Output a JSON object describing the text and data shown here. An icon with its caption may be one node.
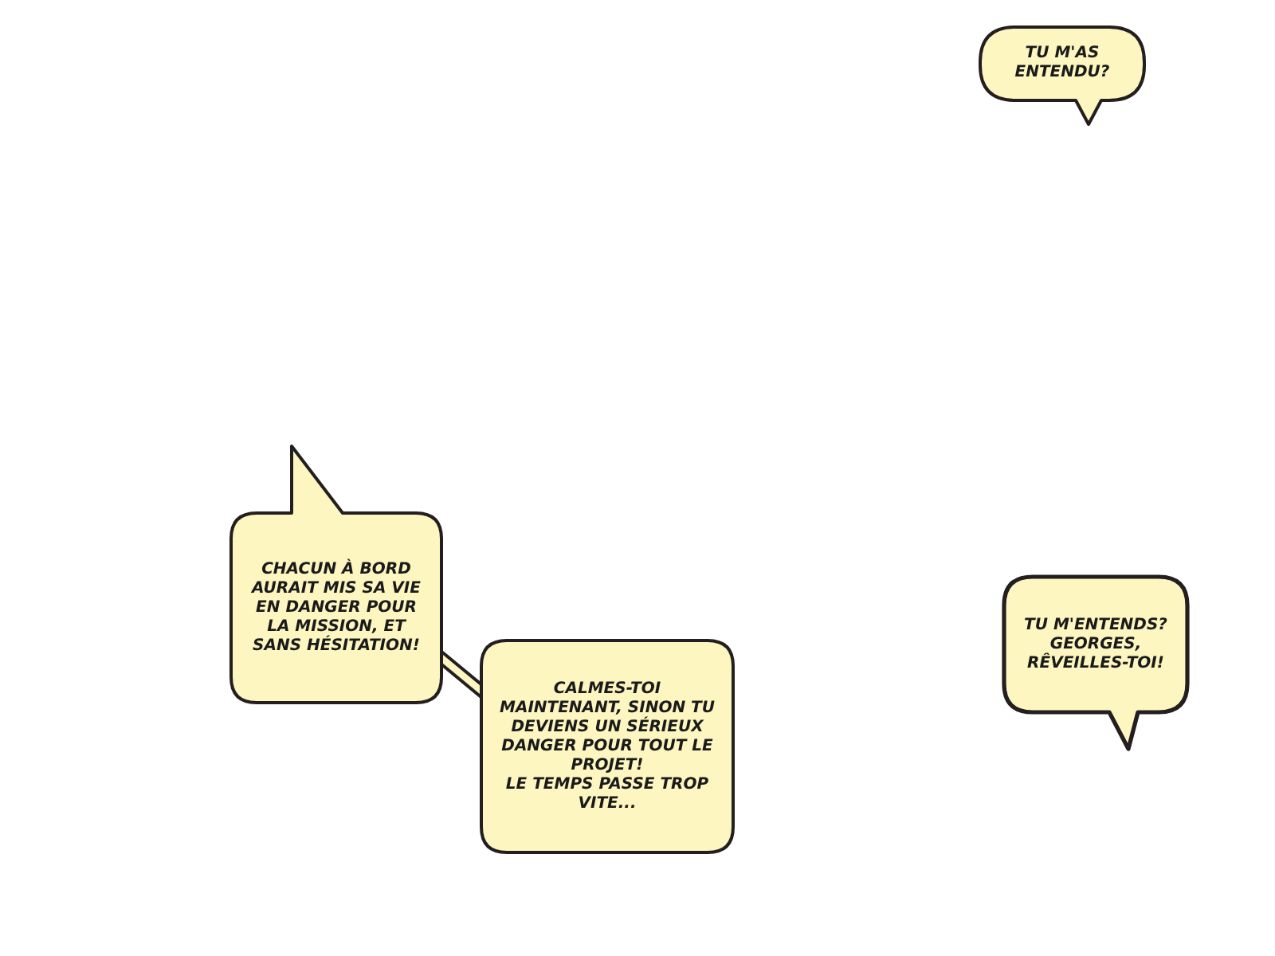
{
  "diagram": {
    "nodes": [
      {
        "text": [
          "TU M'AS ENTENDU?"
        ]
      },
      {
        "text": [
          "CHACUN À BORD AURAIT MIS SA VIE EN DANGER POUR LA MISSION, ET SANS HÉSITATION!"
        ]
      },
      {
        "text": [
          "CALMES-TOI MAINTENANT, SINON TU DEVIENS UN SÉRIEUX DANGER POUR TOUT LE PROJET!",
          "LE TEMPS PASSE TROP VITE..."
        ]
      },
      {
        "text": [
          "TU M'ENTENDS? GEORGES, RÊVEILLES-TOI!"
        ]
      }
    ],
    "edges": [
      {
        "from": 1,
        "to": 2,
        "arrow": "none"
      }
    ]
  }
}
